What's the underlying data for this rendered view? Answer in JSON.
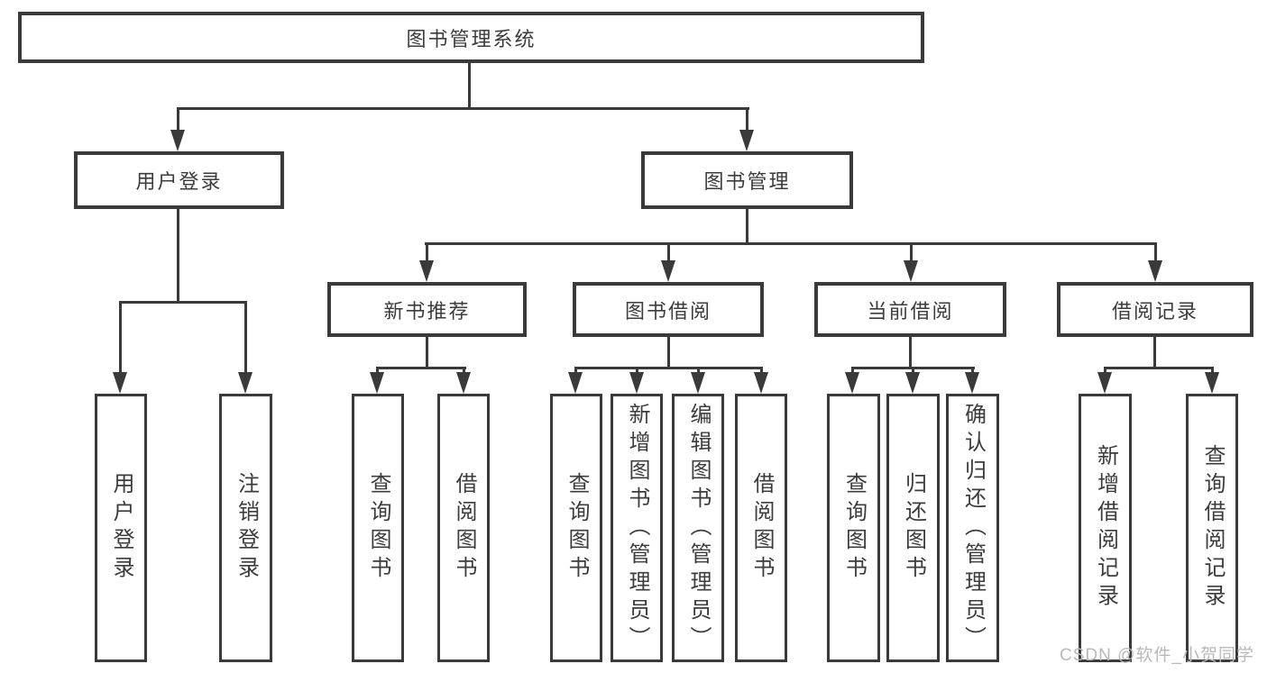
{
  "title": "图书管理系统",
  "watermark": {
    "text": "CSDN @软件_小贺同学"
  },
  "colors": {
    "line": "#3a3a3a",
    "text": "#3c3c3c",
    "background": "#ffffff",
    "watermark": "#b9b9b9"
  },
  "tree": {
    "root": {
      "label": "图书管理系统"
    },
    "branches": [
      {
        "label": "用户登录",
        "children": [
          {
            "label": "用户登录"
          },
          {
            "label": "注销登录"
          }
        ]
      },
      {
        "label": "图书管理",
        "children": [
          {
            "label": "新书推荐",
            "children": [
              {
                "label": "查询图书"
              },
              {
                "label": "借阅图书"
              }
            ]
          },
          {
            "label": "图书借阅",
            "children": [
              {
                "label": "查询图书"
              },
              {
                "label": "新增图书（管理员）"
              },
              {
                "label": "编辑图书（管理员）"
              },
              {
                "label": "借阅图书"
              }
            ]
          },
          {
            "label": "当前借阅",
            "children": [
              {
                "label": "查询图书"
              },
              {
                "label": "归还图书"
              },
              {
                "label": "确认归还（管理员）"
              }
            ]
          },
          {
            "label": "借阅记录",
            "children": [
              {
                "label": "新增借阅记录"
              },
              {
                "label": "查询借阅记录"
              }
            ]
          }
        ]
      }
    ]
  }
}
